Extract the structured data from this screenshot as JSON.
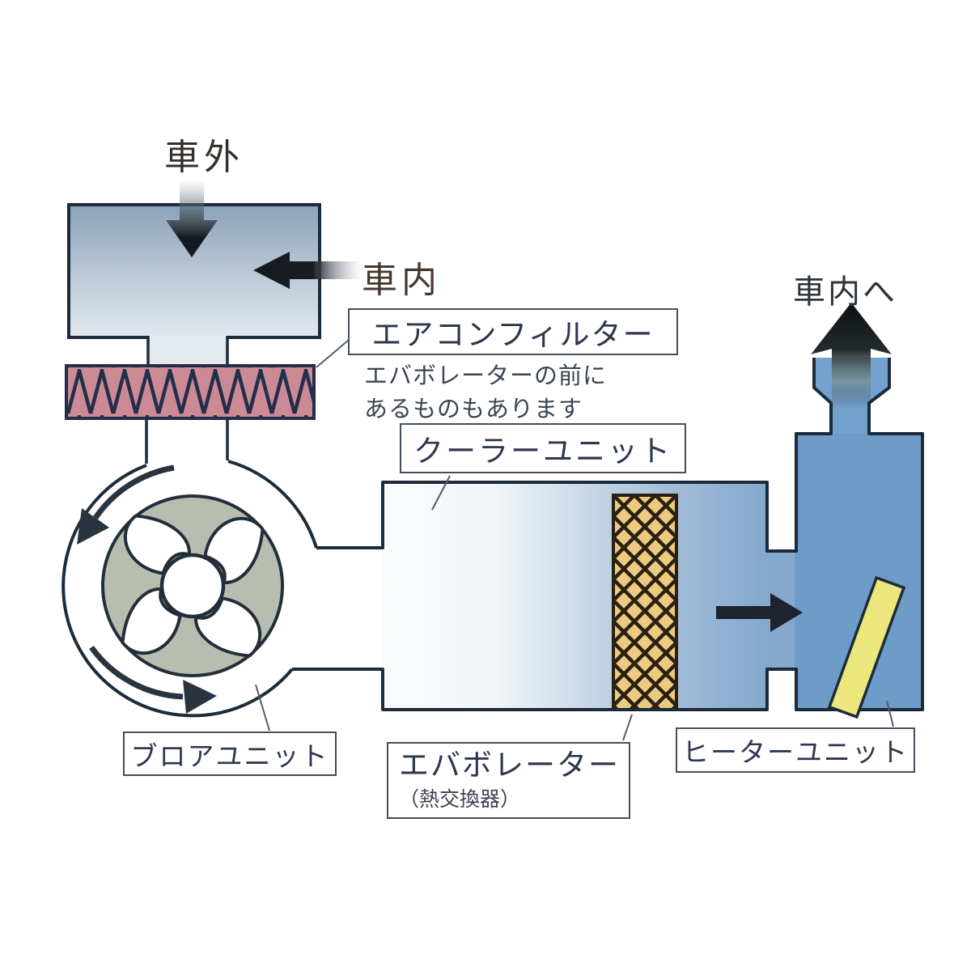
{
  "diagram": {
    "type": "car-air-conditioning-airflow-diagram",
    "labels": {
      "outside_air": "車外",
      "inside_air": "車内",
      "to_cabin": "車内へ",
      "air_filter": "エアコンフィルター",
      "filter_note_line1": "エバボレーターの前に",
      "filter_note_line2": "あるものもあります",
      "cooler_unit": "クーラーユニット",
      "blower_unit": "ブロアユニット",
      "evaporator": "エバボレーター",
      "evaporator_sub": "（熱交換器）",
      "heater_unit": "ヒーターユニット"
    },
    "colors": {
      "duct_blue": "#84a8cd",
      "heater_blue": "#6d9cc9",
      "outlet_blue": "#74a2cf",
      "filter_pink": "#cc8a95",
      "evaporator_tan": "#ecca7f",
      "flap_yellow": "#ebe77d",
      "fan_sage": "#b7beb0",
      "outline_navy": "#1c2b3a",
      "arrow_black": "#1d242e",
      "intake_box_top": "#8ba2ba",
      "intake_box_bottom": "#e2e8ee"
    }
  }
}
